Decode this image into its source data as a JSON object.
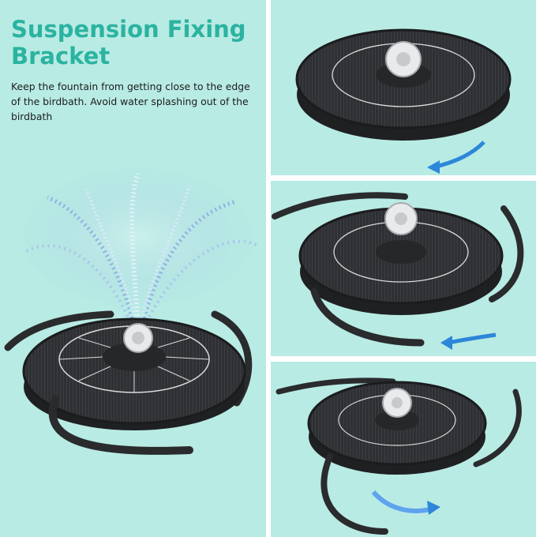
{
  "heading": {
    "title": "Suspension Fixing Bracket",
    "description": "Keep the fountain from getting close to the edge of the birdbath. Avoid water splashing out of the birdbath"
  },
  "colors": {
    "background": "#b8ebe4",
    "title": "#2bb3a0",
    "arrow": "#2d86d8",
    "panel": "#2e2f31"
  },
  "icons": [
    "rotation-arrow-icon",
    "solar-fountain-panel",
    "suspension-bracket-arm",
    "water-spray"
  ]
}
